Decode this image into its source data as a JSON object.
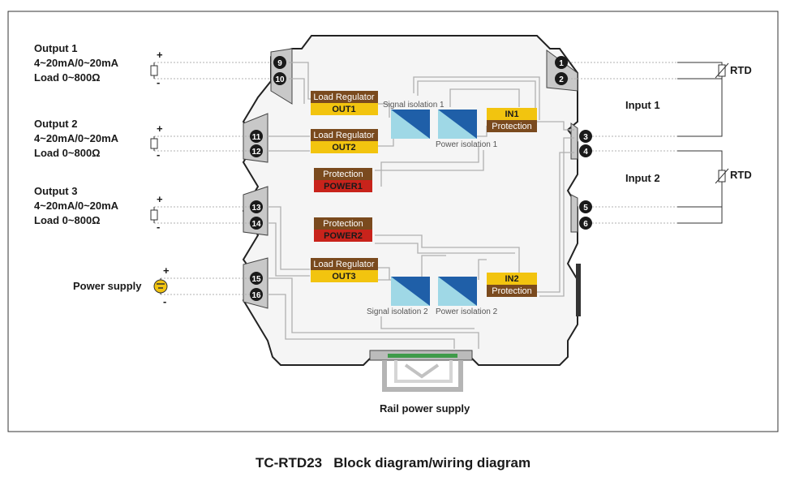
{
  "outputs": [
    {
      "title": "Output 1",
      "range": "4~20mA/0~20mA",
      "load": "Load 0~800Ω"
    },
    {
      "title": "Output 2",
      "range": "4~20mA/0~20mA",
      "load": "Load 0~800Ω"
    },
    {
      "title": "Output 3",
      "range": "4~20mA/0~20mA",
      "load": "Load 0~800Ω"
    }
  ],
  "power_supply": {
    "label": "Power supply",
    "plus": "+",
    "minus": "-"
  },
  "polarity": {
    "plus": "+",
    "minus": "-"
  },
  "inputs": [
    {
      "title": "Input 1",
      "sensor": "RTD"
    },
    {
      "title": "Input 2",
      "sensor": "RTD"
    }
  ],
  "blocks": {
    "load_regulator": "Load Regulator",
    "out1": "OUT1",
    "out2": "OUT2",
    "out3": "OUT3",
    "protection": "Protection",
    "power1": "POWER1",
    "power2": "POWER2",
    "in1": "IN1",
    "in2": "IN2",
    "signal_isolation_1": "Signal isolation 1",
    "power_isolation_1": "Power isolation 1",
    "signal_isolation_2": "Signal isolation 2",
    "power_isolation_2": "Power isolation 2"
  },
  "terminals_left": [
    "9",
    "10",
    "11",
    "12",
    "13",
    "14",
    "15",
    "16"
  ],
  "terminals_right": [
    "1",
    "2",
    "3",
    "4",
    "5",
    "6"
  ],
  "rail_label": "Rail power supply",
  "caption": {
    "model": "TC-RTD23",
    "title": "Block diagram/wiring diagram"
  },
  "colors": {
    "brown": "#7a4a1e",
    "yellow": "#f2c40f",
    "red": "#c8231b",
    "isolator_blue": "#1f5fa8",
    "isolator_cyan": "#9fd8e6",
    "housing": "#f4f4f4",
    "terminal": "#1a1a1a"
  }
}
